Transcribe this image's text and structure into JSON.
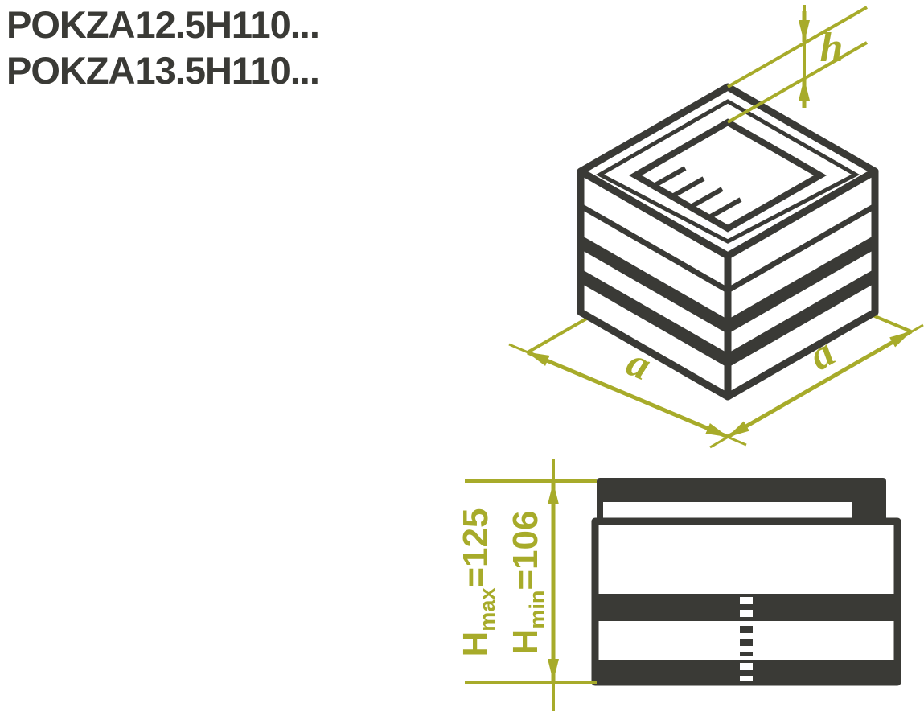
{
  "colors": {
    "ink": "#3a3a36",
    "accent": "#a7ab2a",
    "background": "#ffffff"
  },
  "header": {
    "code_line1": "POKZA12.5H110...",
    "code_line2": "POKZA13.5H110..."
  },
  "iso_view": {
    "label_a_left": "a",
    "label_a_right": "a",
    "label_h": "h"
  },
  "front_view": {
    "hmax": {
      "base": "H",
      "sub": "max",
      "eq": "=125"
    },
    "hmin": {
      "base": "H",
      "sub": "min",
      "eq": "=106"
    }
  }
}
